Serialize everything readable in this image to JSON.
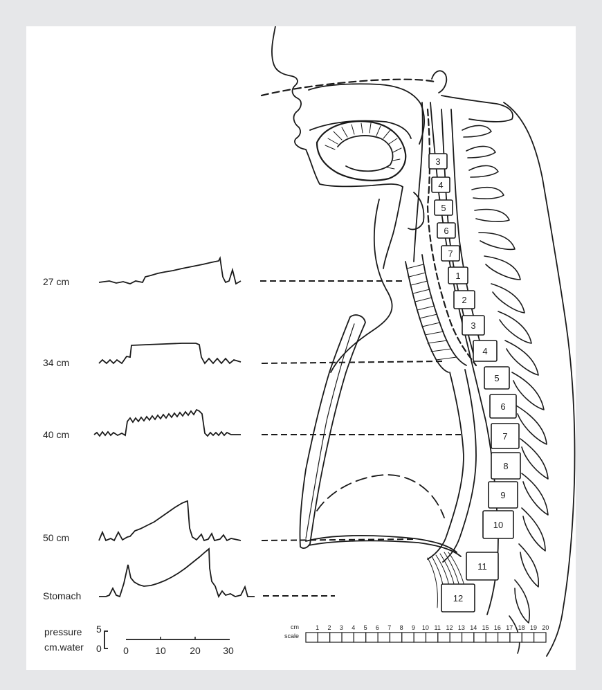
{
  "trace_labels": [
    "27 cm",
    "34 cm",
    "40 cm",
    "50 cm",
    "Stomach"
  ],
  "pressure_scale": {
    "label_line1": "pressure",
    "label_line2": "cm.water",
    "tick_top": "5",
    "tick_bottom": "0"
  },
  "time_scale": {
    "ticks": [
      "0",
      "10",
      "20",
      "30"
    ]
  },
  "cm_scale": {
    "label_line1": "cm",
    "label_line2": "scale",
    "ticks": [
      "1",
      "2",
      "3",
      "4",
      "5",
      "6",
      "7",
      "8",
      "9",
      "10",
      "11",
      "12",
      "13",
      "14",
      "15",
      "16",
      "17",
      "18",
      "19",
      "20"
    ]
  },
  "cervical_vertebrae": [
    "3",
    "4",
    "5",
    "6",
    "7"
  ],
  "thoracic_vertebrae": [
    "1",
    "2",
    "3",
    "4",
    "5",
    "6",
    "7",
    "8",
    "9",
    "10",
    "11",
    "12"
  ],
  "colors": {
    "ink": "#1a1a1a",
    "background": "#e6e7e9",
    "panel": "#ffffff"
  }
}
